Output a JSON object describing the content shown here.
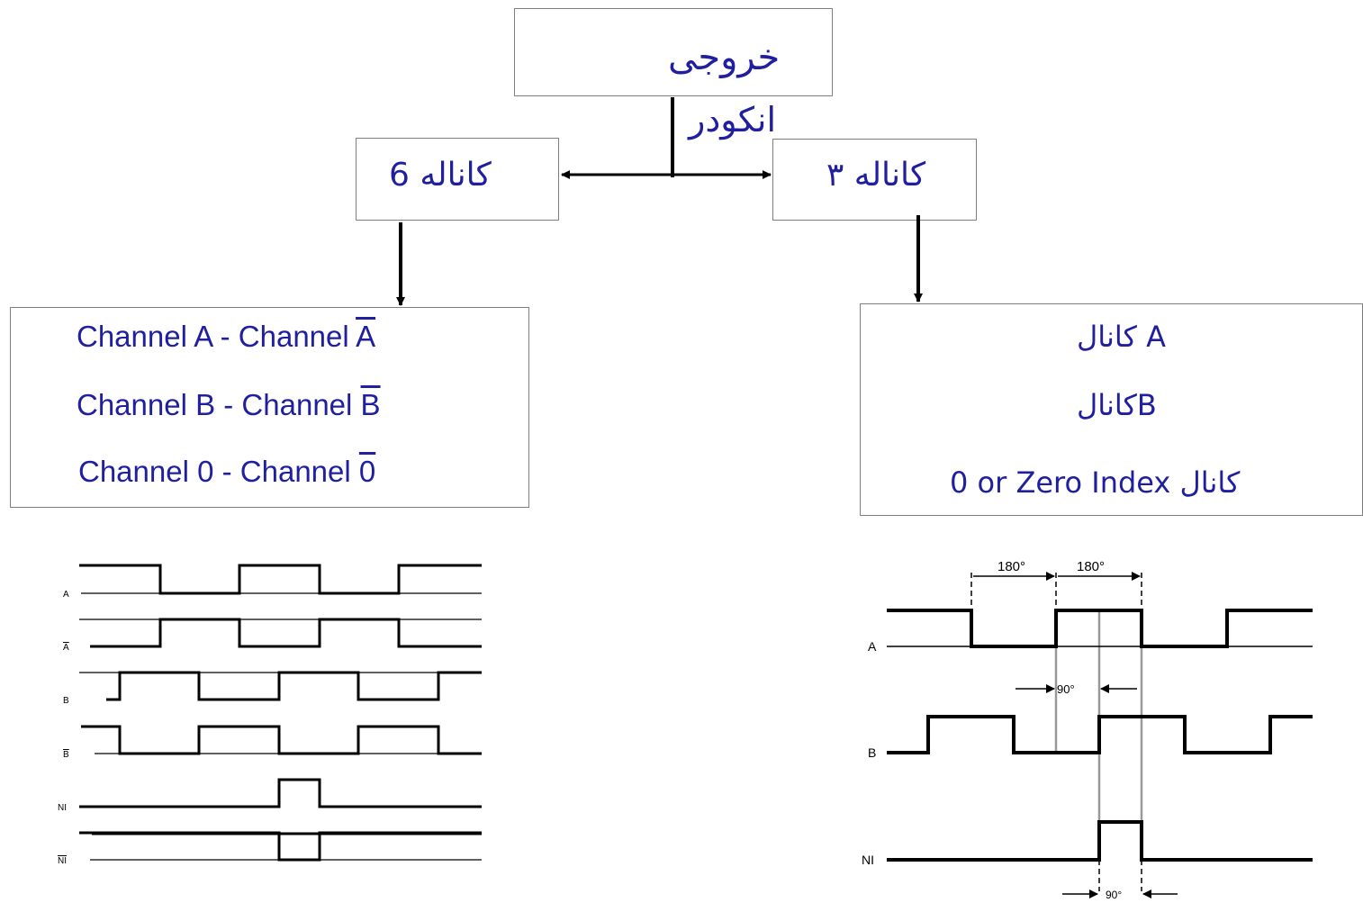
{
  "title_box": {
    "line1": "خروجی",
    "line2": "انکودر"
  },
  "six_channel": {
    "label": "6 کاناله",
    "lines": [
      {
        "left": "Channel A - Channel ",
        "bar": "A"
      },
      {
        "left": "Channel B - Channel ",
        "bar": "B"
      },
      {
        "left": "Channel 0 - Channel ",
        "bar": "0"
      }
    ]
  },
  "three_channel": {
    "label": "۳ کاناله",
    "lines": [
      "کانال A",
      "کانالB",
      "0 or Zero Index کانال"
    ]
  },
  "left_waveforms": {
    "signal_labels": [
      "A",
      "A",
      "B",
      "B",
      "NI",
      "NI"
    ],
    "inverted": [
      false,
      true,
      false,
      true,
      false,
      true
    ]
  },
  "right_waveforms": {
    "signal_labels": [
      "A",
      "B",
      "NI"
    ],
    "dimensions": [
      "180°",
      "180°",
      "90°",
      "90°"
    ]
  }
}
